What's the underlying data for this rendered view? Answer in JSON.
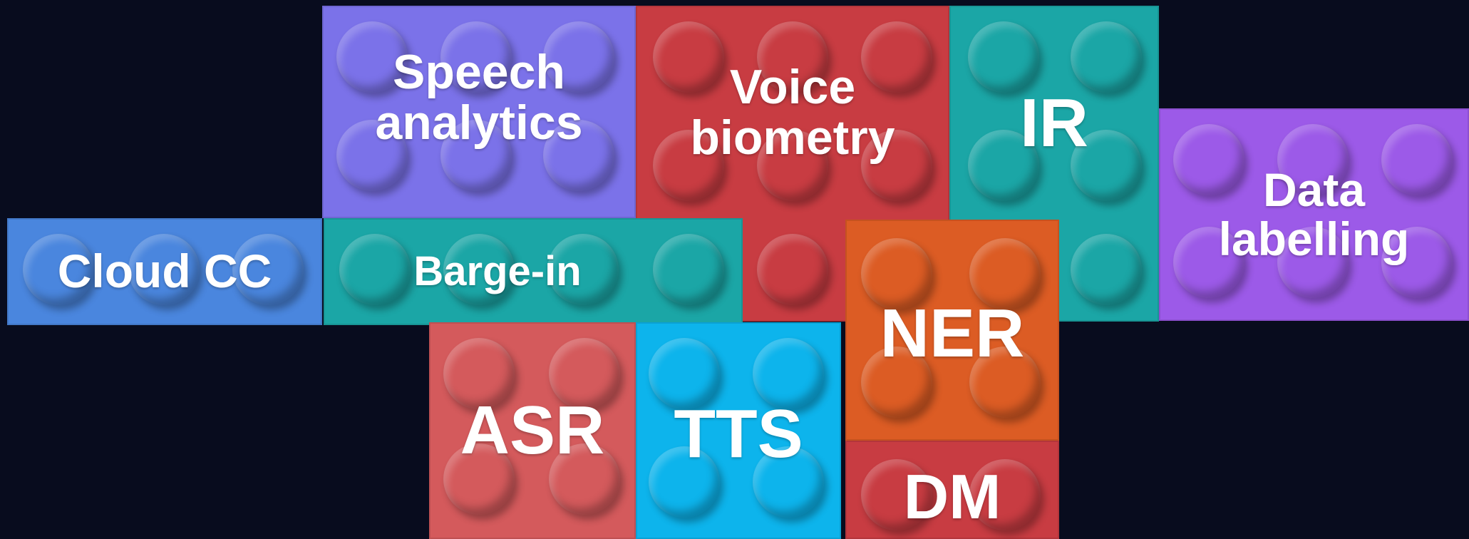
{
  "diagram": {
    "blocks": [
      {
        "id": "speech-analytics",
        "label": "Speech\nanalytics",
        "color": "#7b72e9"
      },
      {
        "id": "voice-biometry",
        "label": "Voice\nbiometry",
        "color": "#c83c42"
      },
      {
        "id": "ir",
        "label": "IR",
        "color": "#1ba6a6"
      },
      {
        "id": "data-labelling",
        "label": "Data\nlabelling",
        "color": "#9c5ae8"
      },
      {
        "id": "cloud-cc",
        "label": "Cloud CC",
        "color": "#4a86de"
      },
      {
        "id": "barge-in",
        "label": "Barge-in",
        "color": "#1ba6a6"
      },
      {
        "id": "ner",
        "label": "NER",
        "color": "#dc5c24"
      },
      {
        "id": "asr",
        "label": "ASR",
        "color": "#d45a5c"
      },
      {
        "id": "tts",
        "label": "TTS",
        "color": "#0db4ec"
      },
      {
        "id": "dm",
        "label": "DM",
        "color": "#c83c42"
      }
    ]
  }
}
